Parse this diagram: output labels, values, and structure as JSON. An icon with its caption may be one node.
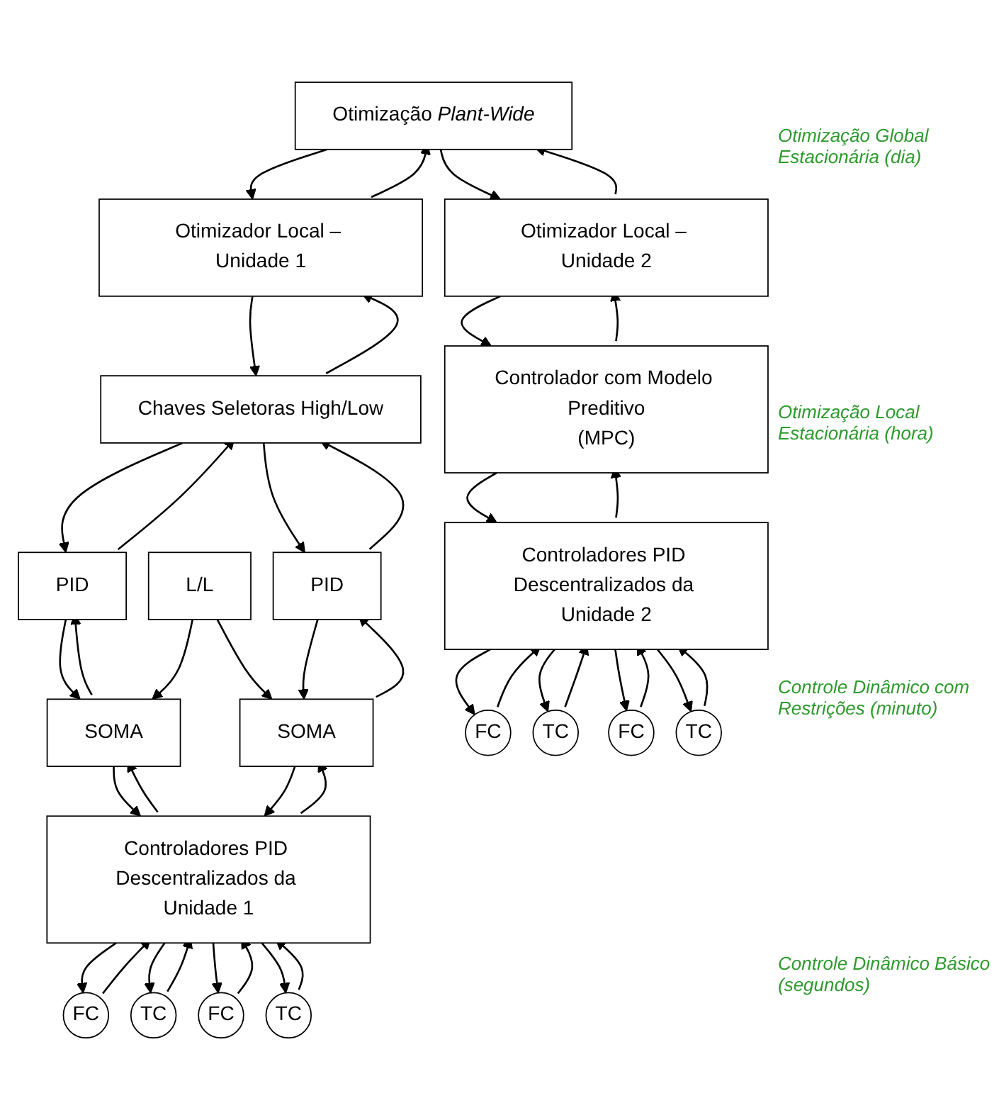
{
  "diagram": {
    "nodes": [
      {
        "text": [
          "Otimização *Plant-Wide*"
        ]
      },
      {
        "text": [
          "Otimizador Local – Unidade 1"
        ]
      },
      {
        "text": [
          "Otimizador Local – Unidade 2"
        ]
      },
      {
        "text": [
          "Chaves Seletoras High/Low"
        ]
      },
      {
        "text": [
          "Controlador com Modelo Preditivo",
          "(MPC)"
        ]
      },
      {
        "text": [
          "PID"
        ]
      },
      {
        "text": [
          "L/L"
        ]
      },
      {
        "text": [
          "PID"
        ]
      },
      {
        "text": [
          "SOMA"
        ]
      },
      {
        "text": [
          "SOMA"
        ]
      },
      {
        "text": [
          "Controladores PID Descentralizados da Unidade 1"
        ]
      },
      {
        "text": [
          "Controladores PID Descentralizados da Unidade 2"
        ]
      },
      {
        "text": [
          "FC"
        ]
      },
      {
        "text": [
          "TC"
        ]
      },
      {
        "text": [
          "FC"
        ]
      },
      {
        "text": [
          "TC"
        ]
      },
      {
        "text": [
          "FC"
        ]
      },
      {
        "text": [
          "TC"
        ]
      },
      {
        "text": [
          "FC"
        ]
      },
      {
        "text": [
          "TC"
        ]
      }
    ],
    "edges": [
      {
        "from": 0,
        "to": 1,
        "arrow": "to"
      },
      {
        "from": 1,
        "to": 0,
        "arrow": "to"
      },
      {
        "from": 0,
        "to": 2,
        "arrow": "to"
      },
      {
        "from": 2,
        "to": 0,
        "arrow": "to"
      },
      {
        "from": 1,
        "to": 3,
        "arrow": "to"
      },
      {
        "from": 3,
        "to": 1,
        "arrow": "to"
      },
      {
        "from": 2,
        "to": 4,
        "arrow": "to"
      },
      {
        "from": 4,
        "to": 2,
        "arrow": "to"
      },
      {
        "from": 3,
        "to": 5,
        "arrow": "to"
      },
      {
        "from": 5,
        "to": 3,
        "arrow": "to"
      },
      {
        "from": 3,
        "to": 7,
        "arrow": "to"
      },
      {
        "from": 7,
        "to": 3,
        "arrow": "to"
      },
      {
        "from": 5,
        "to": 8,
        "arrow": "to"
      },
      {
        "from": 8,
        "to": 5,
        "arrow": "to"
      },
      {
        "from": 6,
        "to": 8,
        "arrow": "to"
      },
      {
        "from": 6,
        "to": 9,
        "arrow": "to"
      },
      {
        "from": 7,
        "to": 9,
        "arrow": "to"
      },
      {
        "from": 9,
        "to": 7,
        "arrow": "to"
      },
      {
        "from": 8,
        "to": 10,
        "arrow": "to"
      },
      {
        "from": 10,
        "to": 8,
        "arrow": "to"
      },
      {
        "from": 9,
        "to": 10,
        "arrow": "to"
      },
      {
        "from": 10,
        "to": 9,
        "arrow": "to"
      },
      {
        "from": 4,
        "to": 11,
        "arrow": "to"
      },
      {
        "from": 11,
        "to": 4,
        "arrow": "to"
      },
      {
        "from": 10,
        "to": 12,
        "arrow": "to"
      },
      {
        "from": 12,
        "to": 10,
        "arrow": "to"
      },
      {
        "from": 10,
        "to": 13,
        "arrow": "to"
      },
      {
        "from": 13,
        "to": 10,
        "arrow": "to"
      },
      {
        "from": 10,
        "to": 14,
        "arrow": "to"
      },
      {
        "from": 14,
        "to": 10,
        "arrow": "to"
      },
      {
        "from": 10,
        "to": 15,
        "arrow": "to"
      },
      {
        "from": 15,
        "to": 10,
        "arrow": "to"
      },
      {
        "from": 11,
        "to": 16,
        "arrow": "to"
      },
      {
        "from": 16,
        "to": 11,
        "arrow": "to"
      },
      {
        "from": 11,
        "to": 17,
        "arrow": "to"
      },
      {
        "from": 17,
        "to": 11,
        "arrow": "to"
      },
      {
        "from": 11,
        "to": 18,
        "arrow": "to"
      },
      {
        "from": 18,
        "to": 11,
        "arrow": "to"
      },
      {
        "from": 11,
        "to": 19,
        "arrow": "to"
      },
      {
        "from": 19,
        "to": 11,
        "arrow": "to"
      }
    ],
    "labels": [
      "Otimização Global Estacionária (dia)",
      "Otimização Local Estacionária (hora)",
      "Controle Dinâmico com Restrições (minuto)",
      "Controle Dinâmico Básico (segundos)"
    ]
  }
}
